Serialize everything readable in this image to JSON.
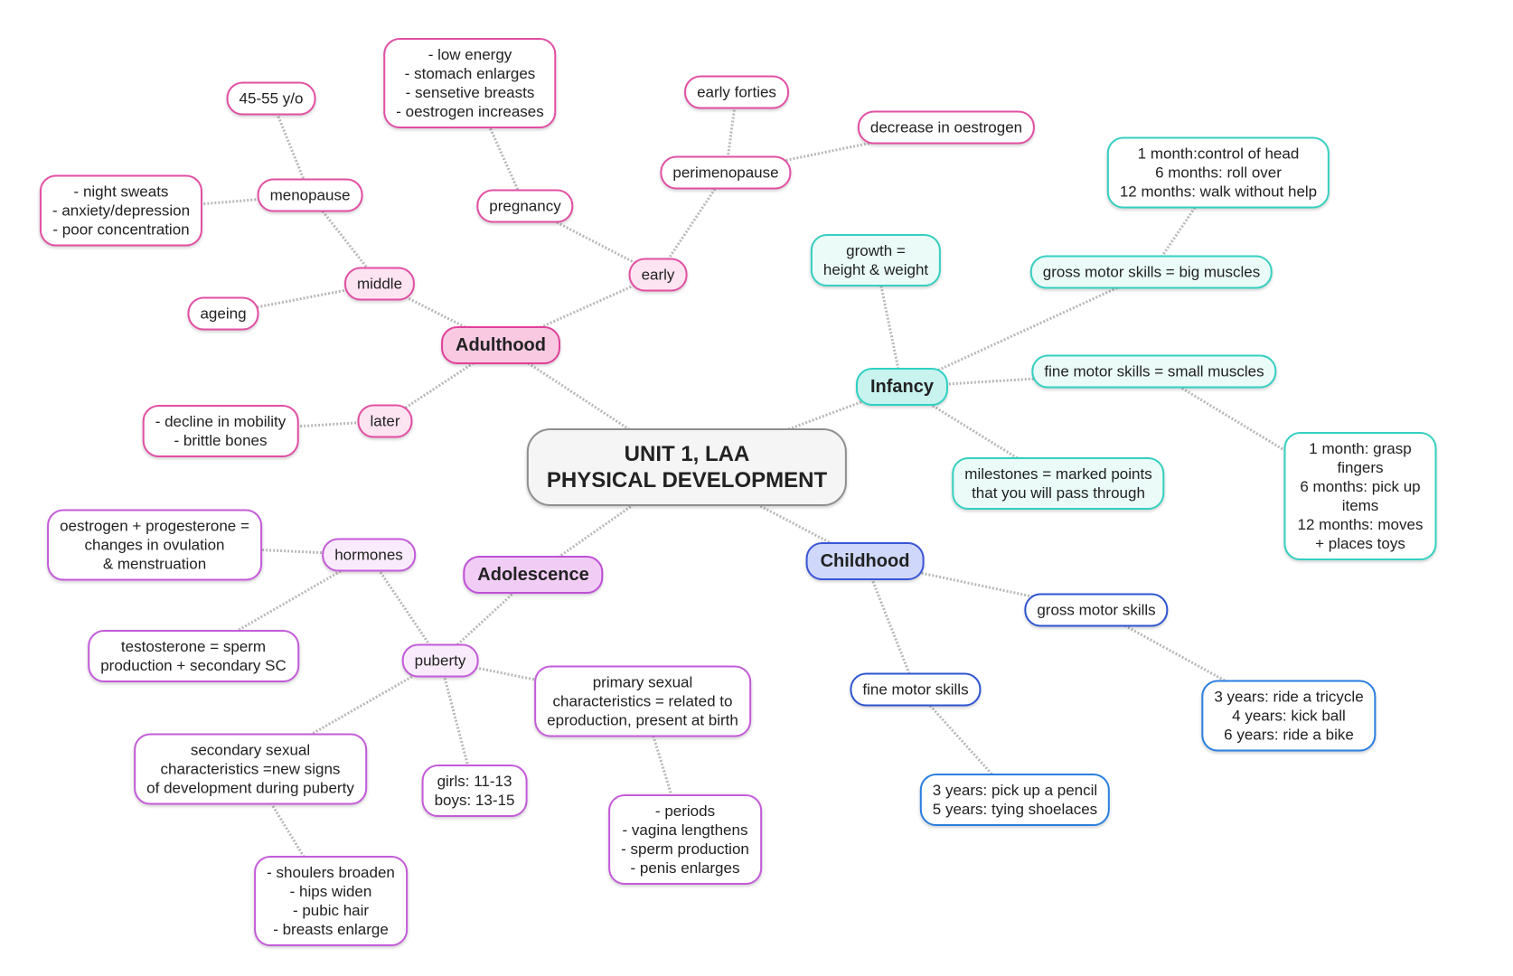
{
  "root": {
    "title": "UNIT 1, LAA\nPHYSICAL DEVELOPMENT"
  },
  "adulthood": {
    "label": "Adulthood",
    "early": {
      "label": "early",
      "pregnancy": {
        "label": "pregnancy",
        "details": "- low energy\n- stomach enlarges\n- sensetive breasts\n- oestrogen increases"
      },
      "perimenopause": {
        "label": "perimenopause",
        "timing": "early forties",
        "effect": "decrease in oestrogen"
      }
    },
    "middle": {
      "label": "middle",
      "menopause": {
        "label": "menopause",
        "age": "45-55 y/o",
        "symptoms": "- night sweats\n- anxiety/depression\n- poor concentration"
      },
      "ageing": "ageing"
    },
    "later": {
      "label": "later",
      "details": "- decline in mobility\n- brittle bones"
    }
  },
  "infancy": {
    "label": "Infancy",
    "growth": "growth =\nheight & weight",
    "gross_motor": {
      "label": "gross motor skills = big muscles",
      "details": "1 month:control of head\n6 months: roll over\n12 months: walk without help"
    },
    "fine_motor": {
      "label": "fine motor skills = small muscles",
      "details": "1 month: grasp fingers\n6 months: pick up items\n12 months: moves + places toys"
    },
    "milestones": "milestones = marked points\nthat you will pass through"
  },
  "childhood": {
    "label": "Childhood",
    "gross_motor": {
      "label": "gross motor skills",
      "details": "3 years: ride a tricycle\n4 years: kick ball\n6 years: ride a bike"
    },
    "fine_motor": {
      "label": "fine motor skills",
      "details": "3 years: pick up a pencil\n5 years: tying shoelaces"
    }
  },
  "adolescence": {
    "label": "Adolescence",
    "puberty": {
      "label": "puberty",
      "hormones": {
        "label": "hormones",
        "female": "oestrogen + progesterone =\nchanges in ovulation\n& menstruation",
        "male": "testosterone = sperm\nproduction + secondary SC"
      },
      "secondary": {
        "label": "secondary sexual\ncharacteristics =new signs\nof development during puberty",
        "details": "- shoulers broaden\n- hips widen\n- pubic hair\n- breasts enlarge"
      },
      "ages": "girls:  11-13\nboys: 13-15",
      "primary": {
        "label": "primary sexual\ncharacteristics = related to\neproduction, present at birth",
        "details": "- periods\n- vagina lengthens\n- sperm production\n- penis enlarges"
      }
    }
  }
}
